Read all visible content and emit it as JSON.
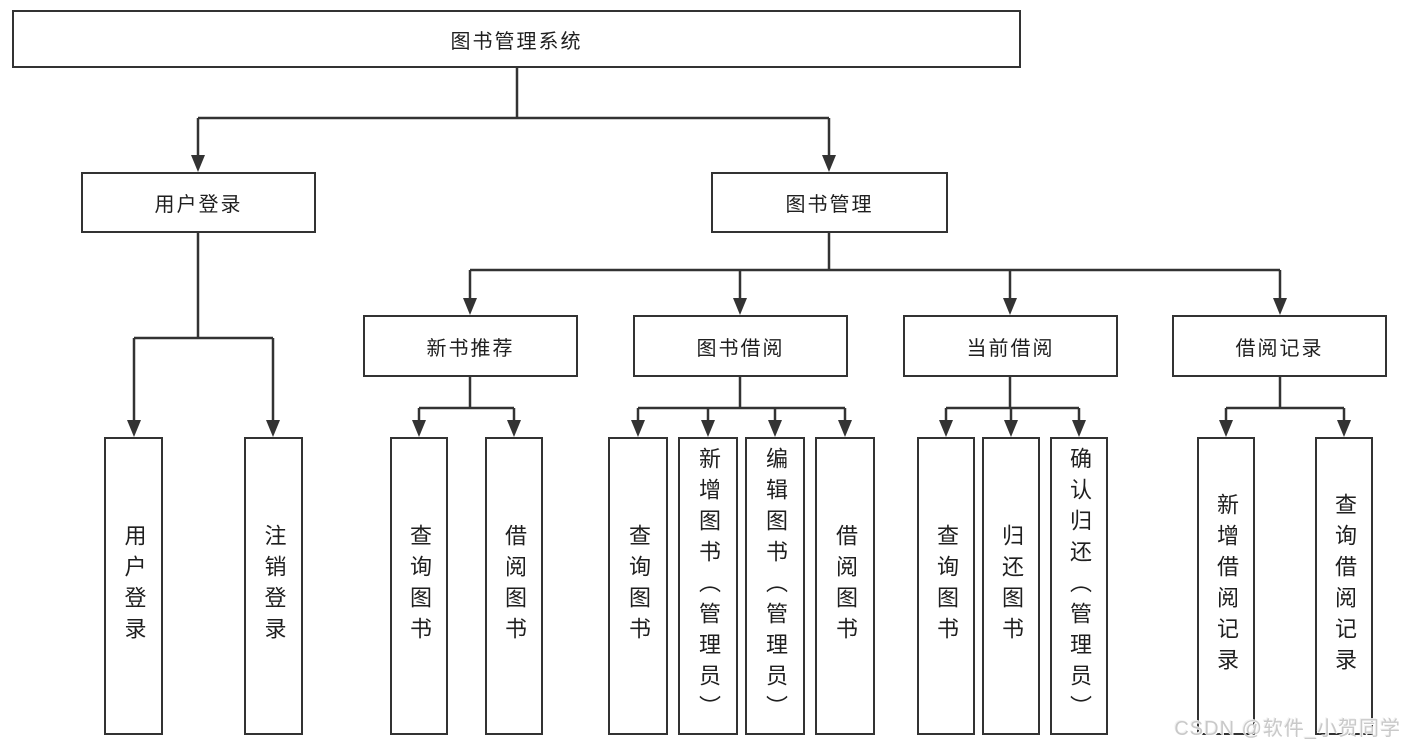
{
  "tree": {
    "root": {
      "label": "图书管理系统"
    },
    "branches": [
      {
        "label": "用户登录",
        "children": [
          {
            "label": "用户登录"
          },
          {
            "label": "注销登录"
          }
        ]
      },
      {
        "label": "图书管理",
        "children": [
          {
            "label": "新书推荐",
            "children": [
              {
                "label": "查询图书"
              },
              {
                "label": "借阅图书"
              }
            ]
          },
          {
            "label": "图书借阅",
            "children": [
              {
                "label": "查询图书"
              },
              {
                "label": "新增图书（管理员）"
              },
              {
                "label": "编辑图书（管理员）"
              },
              {
                "label": "借阅图书"
              }
            ]
          },
          {
            "label": "当前借阅",
            "children": [
              {
                "label": "查询图书"
              },
              {
                "label": "归还图书"
              },
              {
                "label": "确认归还（管理员）"
              }
            ]
          },
          {
            "label": "借阅记录",
            "children": [
              {
                "label": "新增借阅记录"
              },
              {
                "label": "查询借阅记录"
              }
            ]
          }
        ]
      }
    ]
  },
  "watermark": {
    "text": "CSDN @软件_小贺同学"
  },
  "colors": {
    "line": "#333333",
    "box_border": "#333333",
    "box_fill": "#ffffff",
    "text": "#1f1f1f",
    "watermark": "#c9c9c9"
  }
}
